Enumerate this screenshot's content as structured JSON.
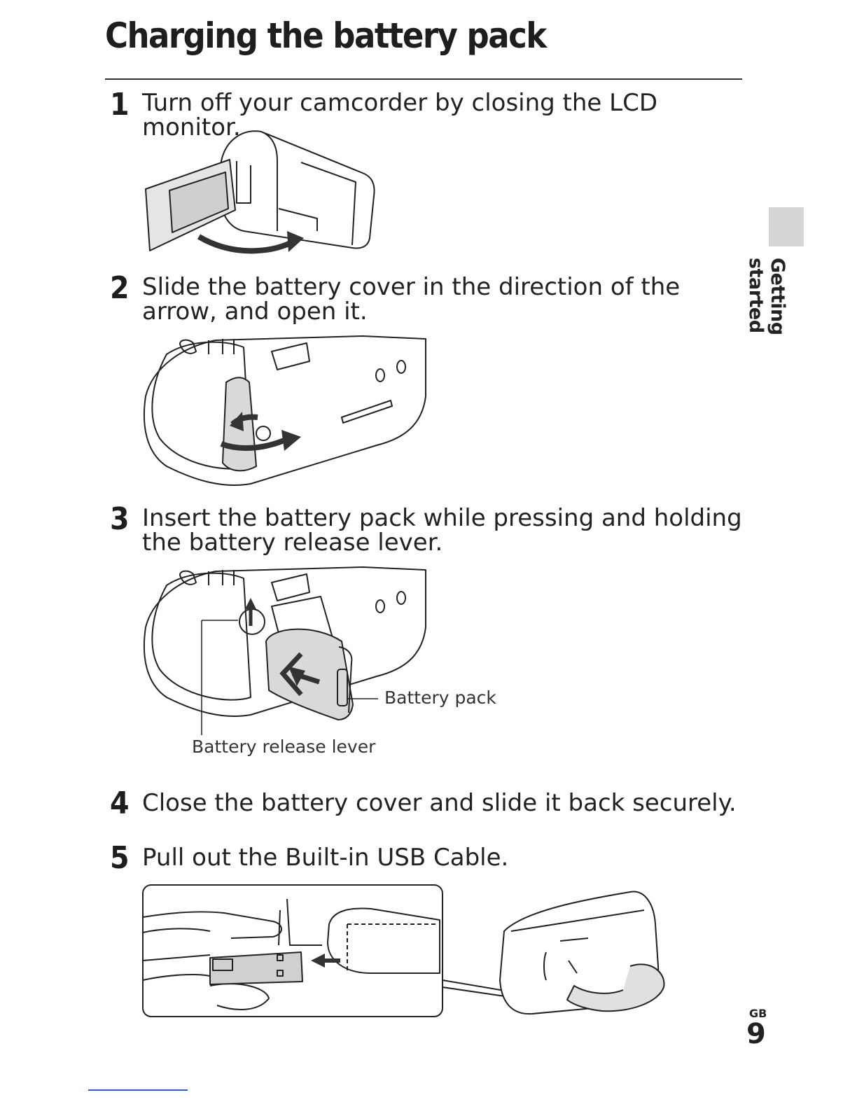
{
  "title": "Charging the battery pack",
  "steps": [
    {
      "num": "1",
      "text": "Turn off your camcorder by closing the LCD monitor."
    },
    {
      "num": "2",
      "text": "Slide the battery cover in the direction of the arrow, and open it."
    },
    {
      "num": "3",
      "text": "Insert the battery pack while pressing and holding the battery release lever."
    },
    {
      "num": "4",
      "text": "Close the battery cover and slide it back securely."
    },
    {
      "num": "5",
      "text": "Pull out the Built-in USB Cable."
    }
  ],
  "callouts": {
    "battery_pack": "Battery pack",
    "battery_release_lever": "Battery release lever"
  },
  "sidebar": {
    "section": "Getting started"
  },
  "footer": {
    "region": "GB",
    "page": "9"
  }
}
